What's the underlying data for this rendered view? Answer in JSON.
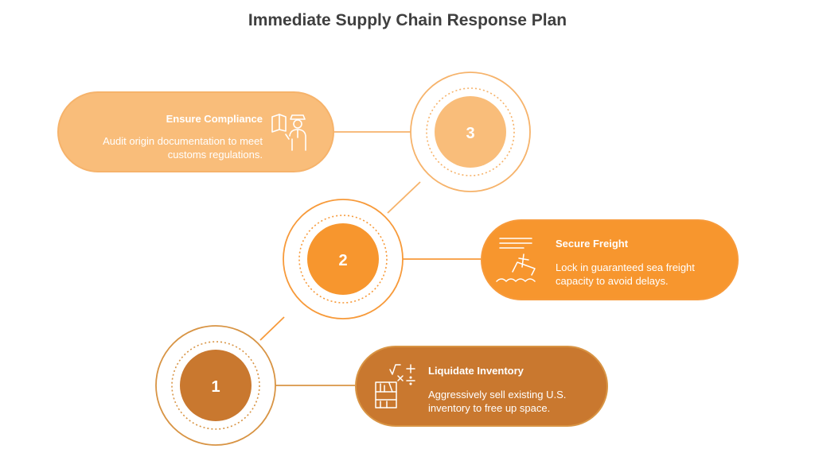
{
  "title": "Immediate Supply Chain Response Plan",
  "colors": {
    "step1": "#c9782f",
    "step2": "#f7962e",
    "step3": "#f9bd7a",
    "ring3": "#f6b36b",
    "ring2": "#f79a3a",
    "ring1": "#d89444"
  },
  "steps": [
    {
      "number": "1",
      "title": "Liquidate Inventory",
      "description_lines": [
        "Aggressively sell existing U.S.",
        "inventory to free up space."
      ],
      "icon": "calculator-shelf-icon"
    },
    {
      "number": "2",
      "title": "Secure Freight",
      "description_lines": [
        "Lock in guaranteed sea freight",
        "capacity to avoid delays."
      ],
      "icon": "sinking-ship-icon"
    },
    {
      "number": "3",
      "title": "Ensure Compliance",
      "description_lines": [
        "Audit origin documentation to meet",
        "customs regulations."
      ],
      "icon": "customs-officer-icon"
    }
  ]
}
